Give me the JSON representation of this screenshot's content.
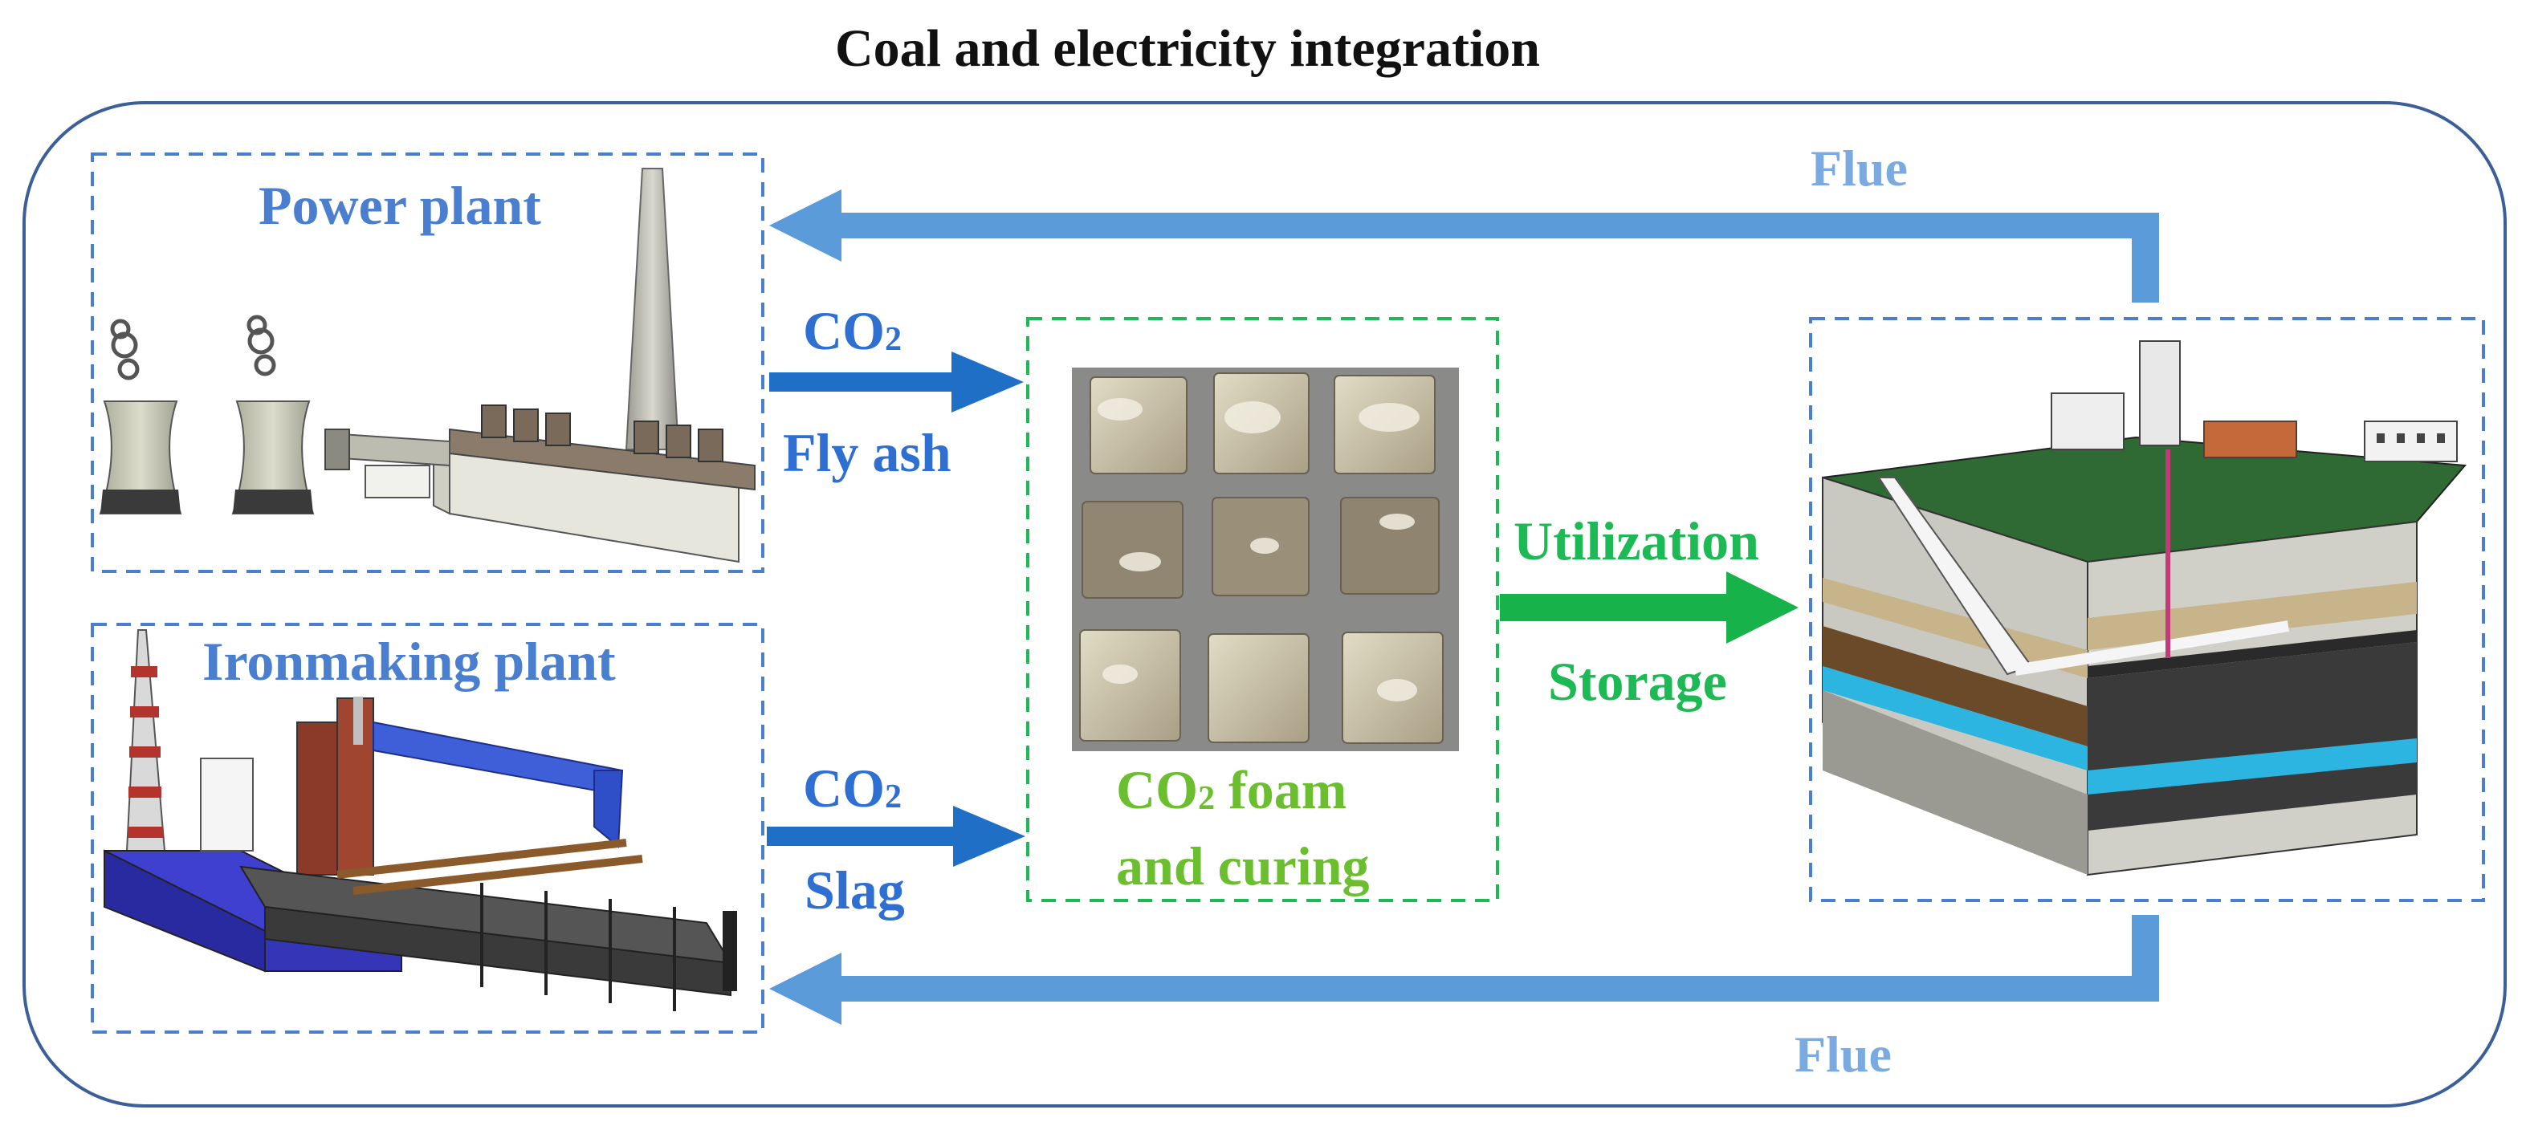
{
  "title": "Coal and electricity integration",
  "power_plant": {
    "label": "Power plant"
  },
  "ironmaking_plant": {
    "label": "Ironmaking plant"
  },
  "input_top": {
    "co2": "CO",
    "co2_sub": "2",
    "material": "Fly ash"
  },
  "input_bottom": {
    "co2": "CO",
    "co2_sub": "2",
    "material": "Slag"
  },
  "foam": {
    "line1_prefix": "CO",
    "line1_sub": "2",
    "line1_suffix": " foam",
    "line2": "and curing"
  },
  "output": {
    "line1": "Utilization",
    "line2": "Storage"
  },
  "flue_top": "Flue",
  "flue_bottom": "Flue",
  "colors": {
    "dashed_blue": "#4a7fd0",
    "dashed_green": "#1db954",
    "arrow_dark_blue": "#1f6fc7",
    "arrow_light_blue": "#5b9bd9",
    "arrow_green": "#18b24a",
    "outer_border": "#3b5f98"
  }
}
